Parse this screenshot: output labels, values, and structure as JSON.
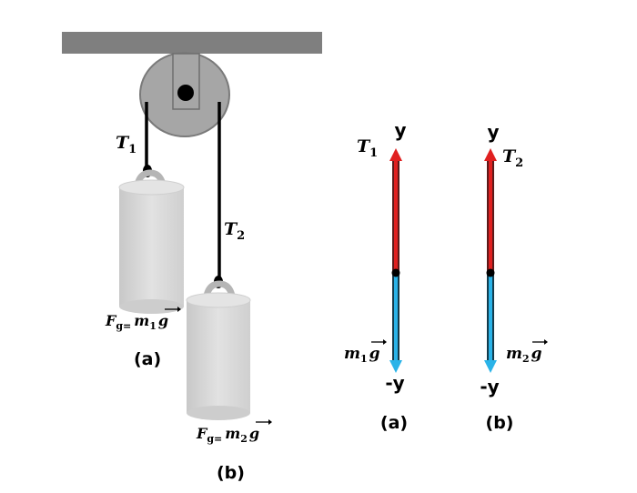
{
  "pulley_system": {
    "tension_left": "T",
    "tension_left_sub": "1",
    "tension_right": "T",
    "tension_right_sub": "2",
    "weight_left": {
      "prefix": "F",
      "prefix_sub": "g=",
      "mass": "m",
      "mass_sub": "1",
      "g": "g"
    },
    "weight_right": {
      "prefix": "F",
      "prefix_sub": "g=",
      "mass": "m",
      "mass_sub": "2",
      "g": "g"
    },
    "label_left": "(a)",
    "label_right": "(b)"
  },
  "fbd_a": {
    "axis_top": "y",
    "axis_bottom": "-y",
    "tension": "T",
    "tension_sub": "1",
    "weight_mass": "m",
    "weight_sub": "1",
    "weight_g": "g",
    "label": "(a)"
  },
  "fbd_b": {
    "axis_top": "y",
    "axis_bottom": "-y",
    "tension": "T",
    "tension_sub": "2",
    "weight_mass": "m",
    "weight_sub": "2",
    "weight_g": "g",
    "label": "(b)"
  },
  "colors": {
    "beam": "#7f7f7f",
    "pulley": "#a6a6a6",
    "mass": "#d9d9d9",
    "tension_arrow": "#e02020",
    "weight_arrow": "#2ab3e8"
  }
}
